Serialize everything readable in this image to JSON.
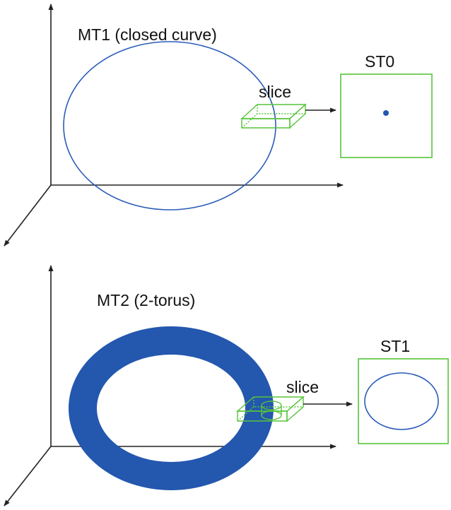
{
  "top_panel": {
    "manifold_label": "MT1 (closed curve)",
    "slice_label": "slice",
    "section_label": "ST0"
  },
  "bottom_panel": {
    "manifold_label": "MT2 (2-torus)",
    "slice_label": "slice",
    "section_label": "ST1"
  },
  "colors": {
    "curve": "#2a5bb8",
    "torus_fill": "#2457ae",
    "slice_box": "#56c43a",
    "axes": "#222222",
    "text": "#111111"
  }
}
